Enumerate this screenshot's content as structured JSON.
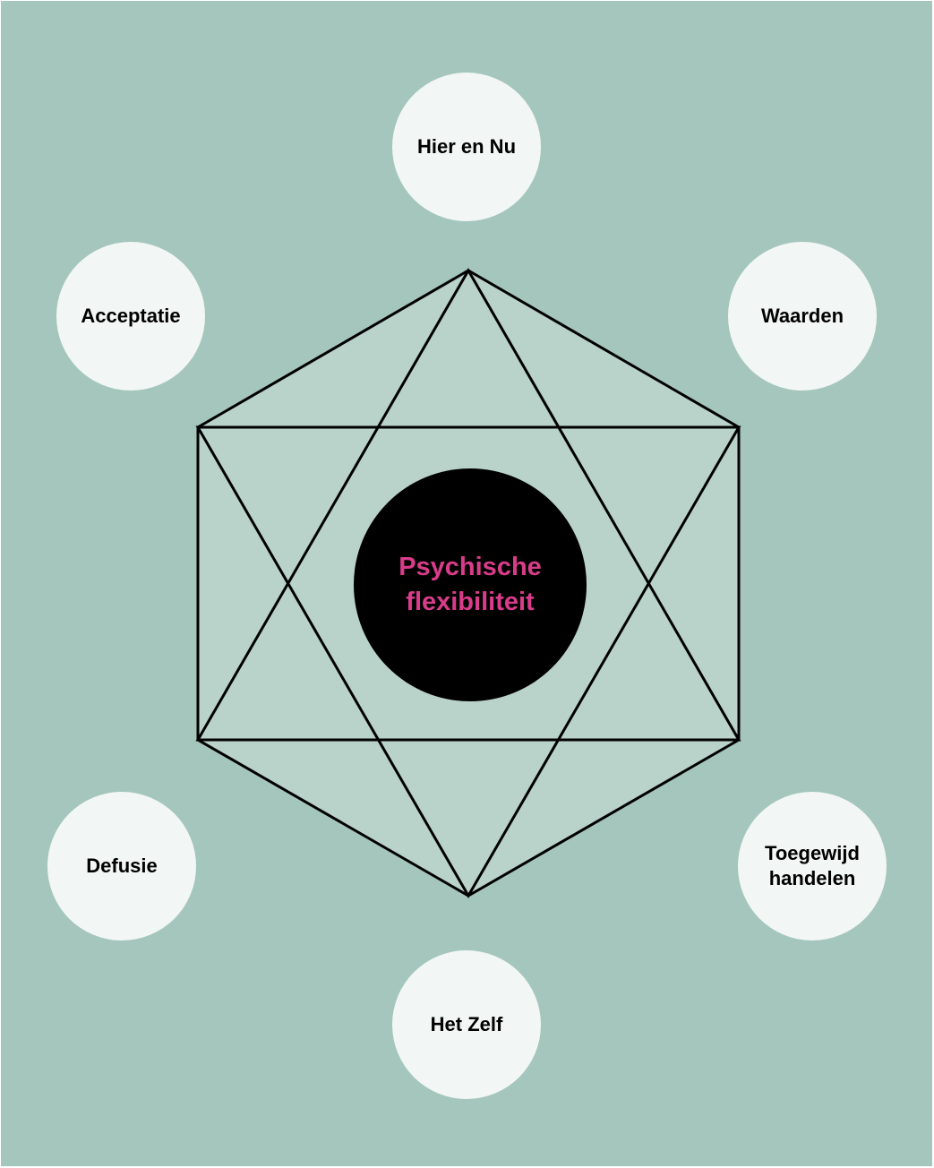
{
  "colors": {
    "background": "#a5c6bd",
    "hexagon_fill": "#b9d2ca",
    "node_fill": "#f2f7f5",
    "center_fill": "#000000",
    "center_text": "#d93c8a",
    "line": "#000000"
  },
  "center": {
    "line1": "Psychische",
    "line2": "flexibiliteit"
  },
  "nodes": {
    "top": "Hier en Nu",
    "upper_left": "Acceptatie",
    "upper_right": "Waarden",
    "lower_left": "Defusie",
    "lower_right": "Toegewijd\nhandelen",
    "bottom": "Het Zelf"
  }
}
